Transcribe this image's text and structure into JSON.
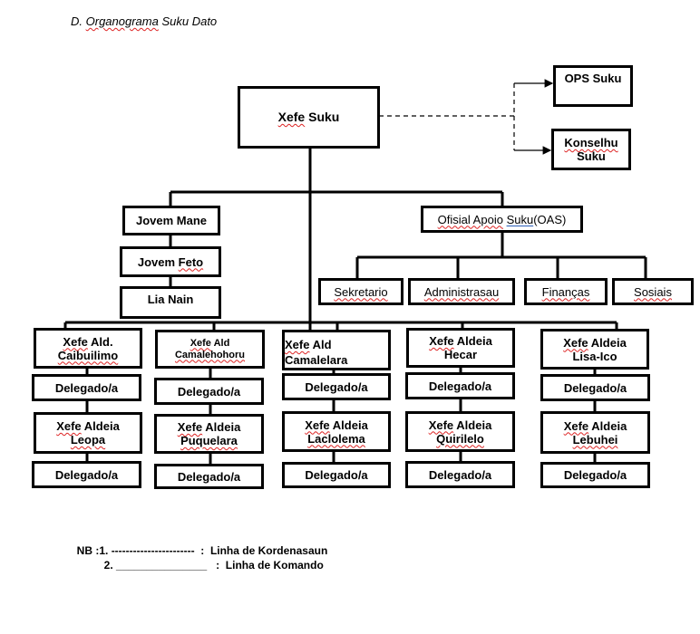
{
  "title": {
    "prefix": "D.  ",
    "word1": "Organograma",
    "rest": " Suku Dato"
  },
  "head": {
    "name_part1": "Xefe",
    "name_part2": " Suku"
  },
  "advisory": {
    "ops": "OPS Suku",
    "konselhu_line1": "Konselhu",
    "konselhu_line2": "Suku"
  },
  "youth": {
    "jovem_mane": "Jovem Mane",
    "jovem_feto_part1": "Jovem ",
    "jovem_feto_part2": "Feto",
    "lia_nain": "Lia Nain"
  },
  "oas": {
    "label_part1": "Ofisial Apoio",
    "label_part2": " ",
    "label_part3": "Suku",
    "label_part4": "(OAS)",
    "units": [
      "Sekretario",
      "Administrasau",
      "Finanças",
      "Sosiais"
    ]
  },
  "aldeias": [
    {
      "head_line1": "Xefe Ald.",
      "head_line2": "Caibuilimo",
      "delegate1": "Delegado/a",
      "sub_line1": "Xefe Aldeia",
      "sub_line2": "Leopa",
      "delegate2": "Delegado/a"
    },
    {
      "head_line1": "Xefe Ald",
      "head_line2": "Camalehohoru",
      "delegate1": "Delegado/a",
      "sub_line1": "Xefe Aldeia",
      "sub_line2": "Puquelara",
      "delegate2": "Delegado/a"
    },
    {
      "head_line1": "Xefe Ald",
      "head_line2": "Camalelara",
      "delegate1": "Delegado/a",
      "sub_line1": "Xefe Aldeia",
      "sub_line2": "Laclolema",
      "delegate2": "Delegado/a"
    },
    {
      "head_line1": "Xefe Aldeia",
      "head_line2": "Hecar",
      "delegate1": "Delegado/a",
      "sub_line1": "Xefe Aldeia",
      "sub_line2": "Quirilelo",
      "delegate2": "Delegado/a"
    },
    {
      "head_line1": "Xefe Aldeia",
      "head_line2": "Lisa-Ico",
      "delegate1": "Delegado/a",
      "sub_line1": "Xefe Aldeia",
      "sub_line2": "Lebuhei",
      "delegate2": "Delegado/a"
    }
  ],
  "legend": {
    "line1_prefix": "NB :1. ",
    "line1_sample": "-----------------------",
    "line1_label": "  :  Linha de Kordenasaun",
    "line2_prefix": "2. ",
    "line2_sample": "_______________",
    "line2_label": "   :  Linha de Komando"
  }
}
